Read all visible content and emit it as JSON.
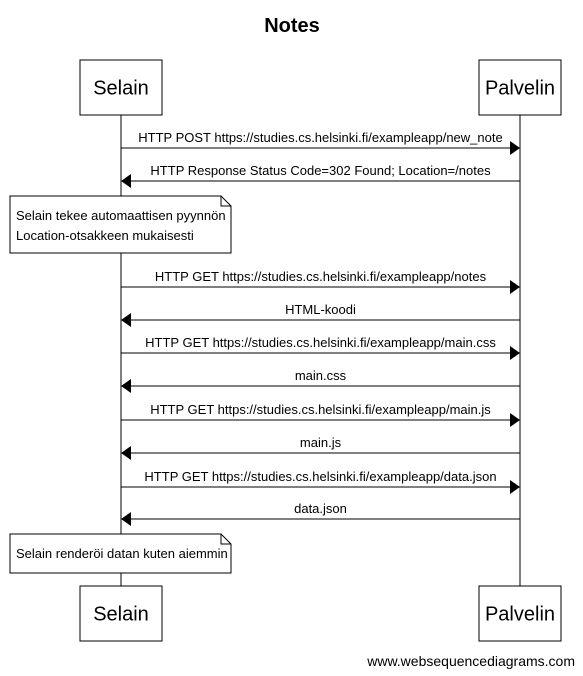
{
  "title": "Notes",
  "participants": [
    {
      "id": "selain",
      "label": "Selain"
    },
    {
      "id": "palvelin",
      "label": "Palvelin"
    }
  ],
  "events": [
    {
      "kind": "message",
      "from": "selain",
      "to": "palvelin",
      "label": "HTTP POST https://studies.cs.helsinki.fi/exampleapp/new_note"
    },
    {
      "kind": "message",
      "from": "palvelin",
      "to": "selain",
      "label": "HTTP Response Status Code=302 Found; Location=/notes"
    },
    {
      "kind": "note",
      "over": "selain",
      "lines": [
        "Selain tekee automaattisen pyynnön",
        "Location-otsakkeen mukaisesti"
      ]
    },
    {
      "kind": "message",
      "from": "selain",
      "to": "palvelin",
      "label": "HTTP GET https://studies.cs.helsinki.fi/exampleapp/notes"
    },
    {
      "kind": "message",
      "from": "palvelin",
      "to": "selain",
      "label": "HTML-koodi"
    },
    {
      "kind": "message",
      "from": "selain",
      "to": "palvelin",
      "label": "HTTP GET https://studies.cs.helsinki.fi/exampleapp/main.css"
    },
    {
      "kind": "message",
      "from": "palvelin",
      "to": "selain",
      "label": "main.css"
    },
    {
      "kind": "message",
      "from": "selain",
      "to": "palvelin",
      "label": "HTTP GET https://studies.cs.helsinki.fi/exampleapp/main.js"
    },
    {
      "kind": "message",
      "from": "palvelin",
      "to": "selain",
      "label": "main.js"
    },
    {
      "kind": "message",
      "from": "selain",
      "to": "palvelin",
      "label": "HTTP GET https://studies.cs.helsinki.fi/exampleapp/data.json"
    },
    {
      "kind": "message",
      "from": "palvelin",
      "to": "selain",
      "label": "data.json"
    },
    {
      "kind": "note",
      "over": "selain",
      "lines": [
        "Selain renderöi datan kuten aiemmin"
      ]
    }
  ],
  "credit": "www.websequencediagrams.com"
}
